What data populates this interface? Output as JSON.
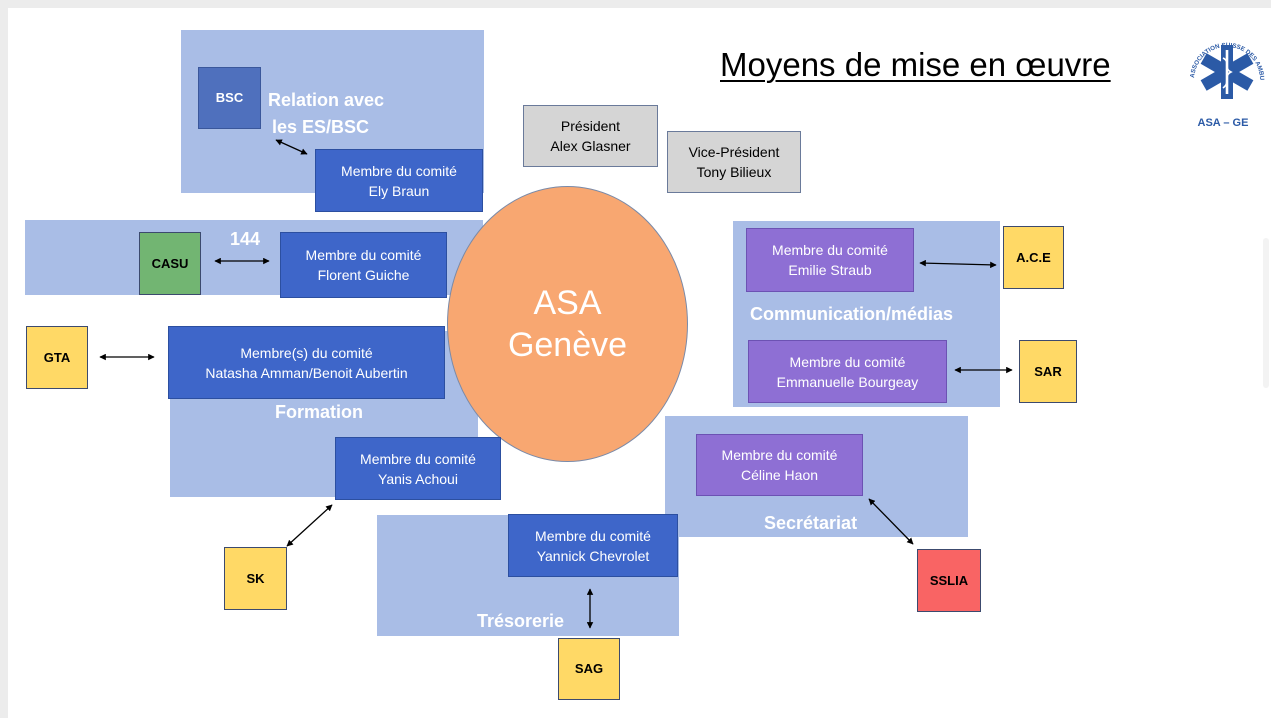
{
  "title": "Moyens de mise en œuvre",
  "logo": {
    "brand_color": "#2b5aa6",
    "text": "ASA – GE",
    "ring_text": "ASSOCIATION SUISSE DES AMBULANCIERS – GENÈVE"
  },
  "center": {
    "line1": "ASA",
    "line2": "Genève",
    "color": "#f8a771"
  },
  "regions": {
    "relation": {
      "line1": "Relation avec",
      "line2": "les ES/BSC"
    },
    "casu_144": "144",
    "formation": "Formation",
    "communication": "Communication/médias",
    "secretariat": "Secrétariat",
    "tresorerie": "Trésorerie"
  },
  "boxes": {
    "president": {
      "line1": "Président",
      "line2": "Alex Glasner"
    },
    "vice_president": {
      "line1": "Vice-Président",
      "line2": "Tony Bilieux"
    },
    "bsc": "BSC",
    "ely": {
      "line1": "Membre du comité",
      "line2": "Ely Braun"
    },
    "casu": "CASU",
    "florent": {
      "line1": "Membre du comité",
      "line2": "Florent Guiche"
    },
    "gta": "GTA",
    "formation_members": {
      "line1": "Membre(s) du comité",
      "line2": "Natasha Amman/Benoit Aubertin"
    },
    "yanis": {
      "line1": "Membre du comité",
      "line2": "Yanis Achoui"
    },
    "sk": "SK",
    "yannick": {
      "line1": "Membre du comité",
      "line2": "Yannick Chevrolet"
    },
    "sag": "SAG",
    "celine": {
      "line1": "Membre du comité",
      "line2": "Céline Haon"
    },
    "sslia": "SSLIA",
    "emilie": {
      "line1": "Membre du comité",
      "line2": "Emilie Straub"
    },
    "ace": "A.C.E",
    "emmanuelle": {
      "line1": "Membre du comité",
      "line2": "Emmanuelle Bourgeay"
    },
    "sar": "SAR"
  },
  "colors": {
    "region": "#a9bde6",
    "member_blue": "#3e66c9",
    "member_purple": "#8e6fd4",
    "partner_yellow": "#ffd966",
    "partner_green": "#72b572",
    "partner_red": "#f96464",
    "officer_gray": "#d5d5d5"
  }
}
